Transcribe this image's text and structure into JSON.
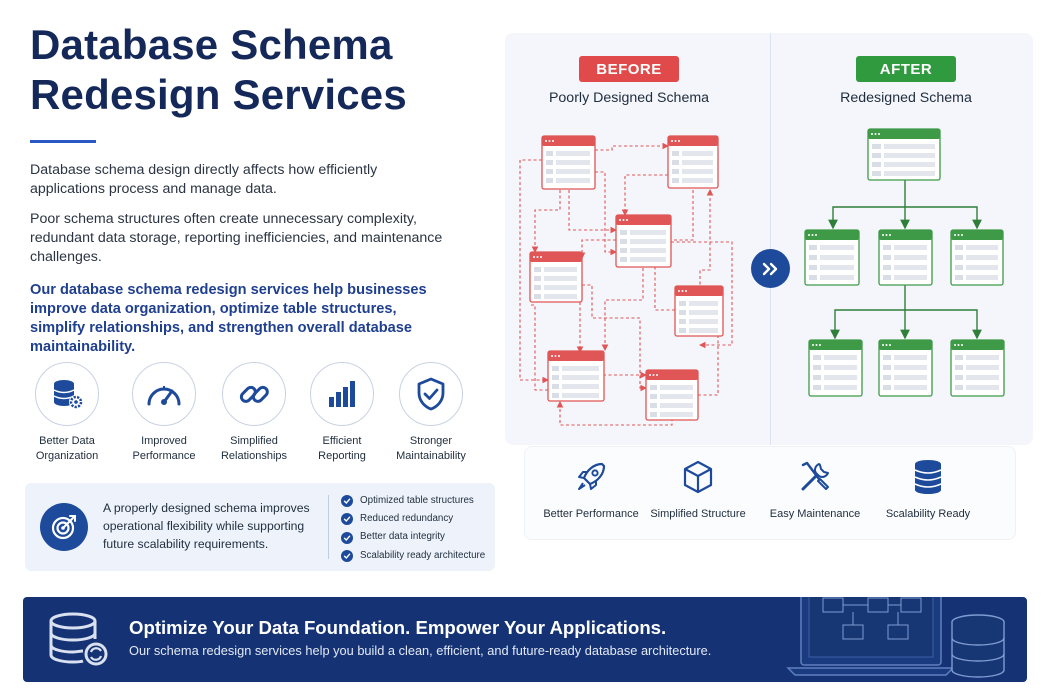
{
  "header": {
    "title_line1": "Database Schema",
    "title_line2": "Redesign Services"
  },
  "intro": {
    "p1": "Database schema design directly affects how efficiently applications process and manage data.",
    "p2": "Poor schema structures often create unnecessary complexity, redundant data storage, reporting inefficiencies, and maintenance challenges.",
    "p3": "Our database schema redesign services help businesses improve data organization, optimize table structures, simplify relationships, and strengthen overall database maintainability."
  },
  "features": [
    {
      "label": "Better Data Organization",
      "icon": "database-gear-icon"
    },
    {
      "label": "Improved Performance",
      "icon": "gauge-icon"
    },
    {
      "label": "Simplified Relationships",
      "icon": "link-icon"
    },
    {
      "label": "Efficient Reporting",
      "icon": "bar-chart-icon"
    },
    {
      "label": "Stronger Maintainability",
      "icon": "shield-check-icon"
    }
  ],
  "info_box": {
    "text": "A properly designed schema improves operational flexibility while supporting future scalability requirements.",
    "icon": "target-icon",
    "checklist": [
      "Optimized table structures",
      "Reduced redundancy",
      "Better data integrity",
      "Scalability ready architecture"
    ]
  },
  "comparison": {
    "before_badge": "BEFORE",
    "before_title": "Poorly Designed Schema",
    "after_badge": "AFTER",
    "after_title": "Redesigned Schema",
    "arrow_icon": "double-chevron-right-icon"
  },
  "benefits": [
    {
      "label": "Better Performance",
      "icon": "rocket-icon"
    },
    {
      "label": "Simplified Structure",
      "icon": "cube-icon"
    },
    {
      "label": "Easy Maintenance",
      "icon": "tools-icon"
    },
    {
      "label": "Scalability Ready",
      "icon": "database-stack-icon"
    }
  ],
  "banner": {
    "headline": "Optimize Your Data Foundation. Empower Your Applications.",
    "subline": "Our schema redesign services help you build a clean, efficient, and future-ready database architecture."
  },
  "colors": {
    "navy": "#14285a",
    "accent_blue": "#1d4a9b",
    "before_red": "#e14a4a",
    "after_green": "#2f9a3e",
    "banner_bg": "#153374"
  }
}
